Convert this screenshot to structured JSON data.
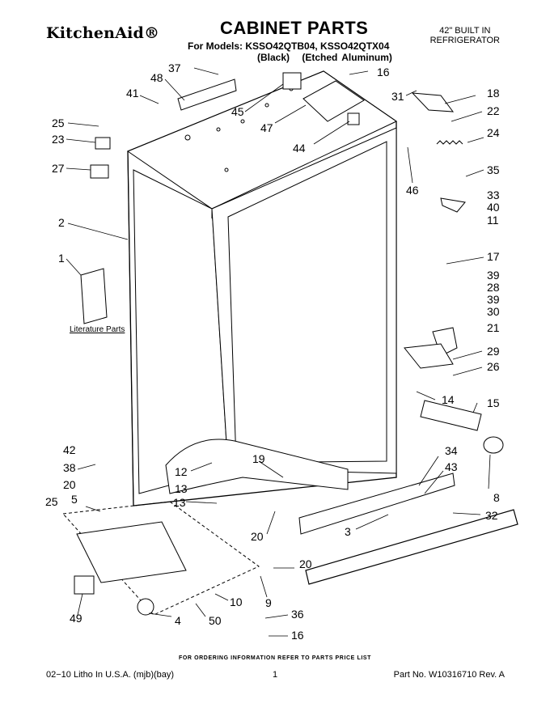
{
  "header": {
    "brand": "KitchenAid®",
    "title": "CABINET PARTS",
    "models": "For Models: KSSO42QTB04, KSSO42QTX04",
    "variant_black": "(Black)",
    "variant_aluminum": "(Etched Aluminum)",
    "product_line1": "42\" BUILT IN",
    "product_line2": "REFRIGERATOR"
  },
  "literature_label": "Literature Parts",
  "callouts": [
    {
      "id": "c37",
      "text": "37"
    },
    {
      "id": "c48",
      "text": "48"
    },
    {
      "id": "c41",
      "text": "41"
    },
    {
      "id": "c45",
      "text": "45"
    },
    {
      "id": "c16a",
      "text": "16"
    },
    {
      "id": "c31",
      "text": "31"
    },
    {
      "id": "c18",
      "text": "18"
    },
    {
      "id": "c22",
      "text": "22"
    },
    {
      "id": "c47",
      "text": "47"
    },
    {
      "id": "c44",
      "text": "44"
    },
    {
      "id": "c24",
      "text": "24"
    },
    {
      "id": "c25a",
      "text": "25"
    },
    {
      "id": "c23",
      "text": "23"
    },
    {
      "id": "c27",
      "text": "27"
    },
    {
      "id": "c46",
      "text": "46"
    },
    {
      "id": "c35",
      "text": "35"
    },
    {
      "id": "c33",
      "text": "33"
    },
    {
      "id": "c40",
      "text": "40"
    },
    {
      "id": "c11",
      "text": "11"
    },
    {
      "id": "c2",
      "text": "2"
    },
    {
      "id": "c1",
      "text": "1"
    },
    {
      "id": "c17",
      "text": "17"
    },
    {
      "id": "c39a",
      "text": "39"
    },
    {
      "id": "c28",
      "text": "28"
    },
    {
      "id": "c39b",
      "text": "39"
    },
    {
      "id": "c30",
      "text": "30"
    },
    {
      "id": "c21",
      "text": "21"
    },
    {
      "id": "c29",
      "text": "29"
    },
    {
      "id": "c26",
      "text": "26"
    },
    {
      "id": "c14",
      "text": "14"
    },
    {
      "id": "c15",
      "text": "15"
    },
    {
      "id": "c42",
      "text": "42"
    },
    {
      "id": "c38",
      "text": "38"
    },
    {
      "id": "c20a",
      "text": "20"
    },
    {
      "id": "c12",
      "text": "12"
    },
    {
      "id": "c19",
      "text": "19"
    },
    {
      "id": "c34",
      "text": "34"
    },
    {
      "id": "c43",
      "text": "43"
    },
    {
      "id": "c8",
      "text": "8"
    },
    {
      "id": "c25b",
      "text": "25"
    },
    {
      "id": "c5",
      "text": "5"
    },
    {
      "id": "c13a",
      "text": "13"
    },
    {
      "id": "c13b",
      "text": "13"
    },
    {
      "id": "c20b",
      "text": "20"
    },
    {
      "id": "c3",
      "text": "3"
    },
    {
      "id": "c32",
      "text": "32"
    },
    {
      "id": "c20c",
      "text": "20"
    },
    {
      "id": "c49",
      "text": "49"
    },
    {
      "id": "c9",
      "text": "9"
    },
    {
      "id": "c10",
      "text": "10"
    },
    {
      "id": "c4",
      "text": "4"
    },
    {
      "id": "c50",
      "text": "50"
    },
    {
      "id": "c36",
      "text": "36"
    },
    {
      "id": "c16b",
      "text": "16"
    }
  ],
  "footer": {
    "ordering": "FOR ORDERING INFORMATION REFER TO PARTS PRICE LIST",
    "litho": "02−10 Litho In U.S.A. (mjb)(bay)",
    "page": "1",
    "part_no": "Part No. W10316710 Rev. A"
  }
}
